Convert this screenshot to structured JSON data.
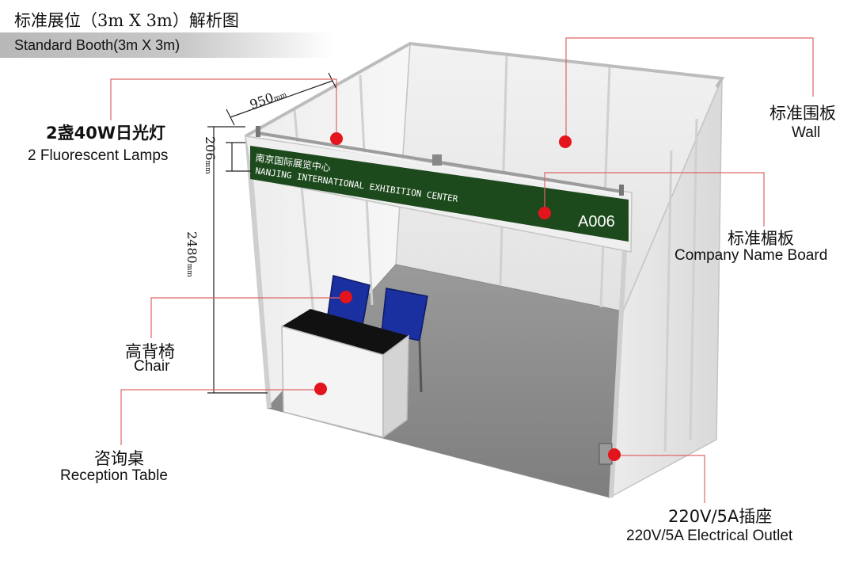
{
  "header": {
    "title_cn": "标准展位（3m X 3m）解析图",
    "title_en": "Standard Booth(3m X 3m)"
  },
  "dimensions": {
    "width": "950",
    "header_height": "206",
    "height": "2480",
    "unit": "mm"
  },
  "fascia": {
    "name_cn": "南京国际展览中心",
    "name_en": "NANJING INTERNATIONAL EXHIBITION CENTER",
    "booth_number": "A006"
  },
  "labels": {
    "lamps_cn": "2盏40W日光灯",
    "lamps_en": "2 Fluorescent Lamps",
    "wall_cn": "标准围板",
    "wall_en": "Wall",
    "board_cn": "标准楣板",
    "board_en": "Company Name Board",
    "chair_cn": "高背椅",
    "chair_en": "Chair",
    "table_cn": "咨询桌",
    "table_en": "Reception Table",
    "outlet_cn": "220V/5A插座",
    "outlet_en": "220V/5A Electrical Outlet"
  },
  "colors": {
    "marker": "#e3141c",
    "fascia": "#1d4a1d",
    "chair": "#1a2fa0",
    "floor": "#8c8c8c",
    "leader": "#e06666"
  }
}
